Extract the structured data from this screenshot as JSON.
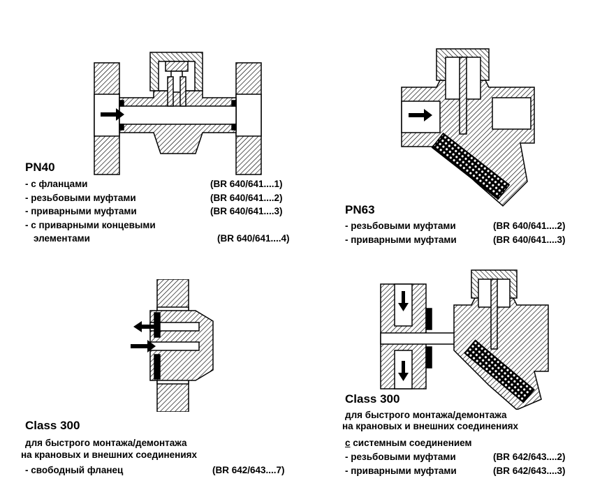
{
  "colors": {
    "line": "#000000",
    "background": "#ffffff",
    "hatch": "#000000"
  },
  "block_pn40": {
    "title": "PN40",
    "items": [
      {
        "text": "- с фланцами",
        "code": "(BR 640/641....1)"
      },
      {
        "text": "- резьбовыми муфтами",
        "code": "(BR 640/641....2)"
      },
      {
        "text": "- приварными муфтами",
        "code": "(BR 640/641....3)"
      },
      {
        "text": "- с приварными концевыми",
        "code": ""
      },
      {
        "text": "  элементами",
        "code": "(BR 640/641....4)"
      }
    ]
  },
  "block_pn63": {
    "title": "PN63",
    "items": [
      {
        "text": "- резьбовыми муфтами",
        "code": "(BR 640/641....2)"
      },
      {
        "text": "- приварными муфтами",
        "code": "(BR 640/641....3)"
      }
    ]
  },
  "block_class300_left": {
    "title": "Class 300",
    "desc_line1": "для быстрого монтажа/демонтажа",
    "desc_line2": "на крановых и внешних соединениях",
    "items": [
      {
        "text": "- свободный фланец",
        "code": "(BR 642/643....7)"
      }
    ]
  },
  "block_class300_right": {
    "title": "Class 300",
    "desc_line1": "для быстрого монтажа/демонтажа",
    "desc_line2": "на крановых и внешних соединениях",
    "system_prefix": "с",
    "system_rest": " системным соединением",
    "items": [
      {
        "text": "- резьбовыми муфтами",
        "code": "(BR 642/643....2)"
      },
      {
        "text": "- приварными муфтами",
        "code": "(BR 642/643....3)"
      }
    ]
  }
}
